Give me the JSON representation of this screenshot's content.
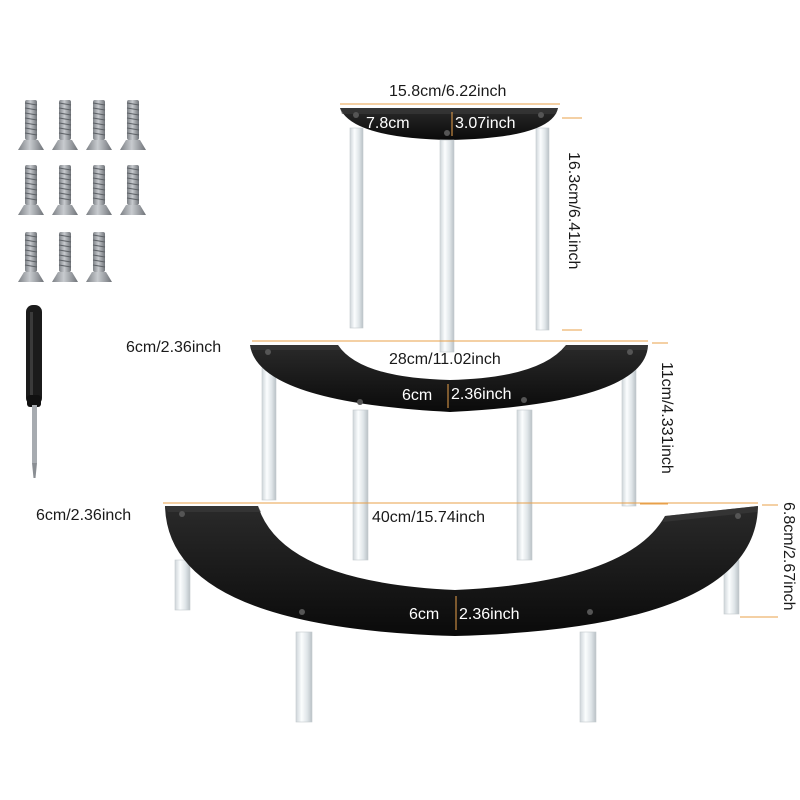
{
  "tiers": {
    "top": {
      "width_label": "15.8cm/6.22inch",
      "depth_label_cm": "7.8cm",
      "depth_label_in": "3.07inch",
      "height_label": "16.3cm/6.41inch"
    },
    "middle": {
      "side_label": "6cm/2.36inch",
      "width_label": "28cm/11.02inch",
      "depth_label_cm": "6cm",
      "depth_label_in": "2.36inch",
      "height_label": "11cm/4.331inch"
    },
    "bottom": {
      "side_label": "6cm/2.36inch",
      "width_label": "40cm/15.74inch",
      "depth_label_cm": "6cm",
      "depth_label_in": "2.36inch",
      "height_label": "6.8cm/2.67inch"
    }
  },
  "colors": {
    "shelf": "#151515",
    "leg": "#e9eef0",
    "guide": "#e8a04a",
    "screw": "#9a9ea3"
  },
  "accessories": {
    "screw_count": 11,
    "screwdriver_icon": "screwdriver-icon",
    "screw_icon": "screw-icon"
  }
}
